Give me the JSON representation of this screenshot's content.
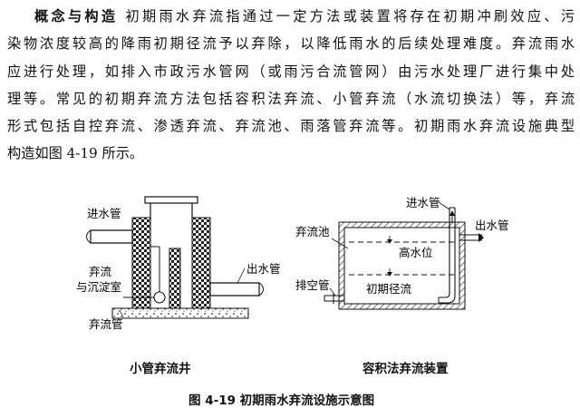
{
  "paragraph": {
    "lead": "概念与构造",
    "lines": [
      "  初期雨水弃流指通过一定方法或装置将存在初期冲刷效应、污",
      "染物浓度较高的降雨初期径流予以弃除，以降低雨水的后续处理难度。弃流雨水",
      "应进行处理，如排入市政污水管网（或雨污合流管网）由污水处理厂进行集中处",
      "理等。常见的初期弃流方法包括容积法弃流、小管弃流（水流切换法）等，弃流",
      "形式包括自控弃流、渗透弃流、弃流池、雨落管弃流等。初期雨水弃流设施典型",
      "构造如图 4-19 所示。"
    ]
  },
  "figure": {
    "left_diagram": {
      "labels": {
        "inlet": "进水管",
        "chamber_1": "弃流",
        "chamber_2": "与沉淀室",
        "outlet": "出水管",
        "discard_pipe": "弃流管"
      },
      "caption": "小管弃流井"
    },
    "right_diagram": {
      "labels": {
        "inlet": "进水管",
        "outlet": "出水管",
        "tank": "弃流池",
        "high_level": "高水位",
        "drain": "排空管",
        "runoff": "初期径流"
      },
      "caption": "容积法弃流装置"
    },
    "title": "图 4-19  初期雨水弃流设施示意图"
  }
}
